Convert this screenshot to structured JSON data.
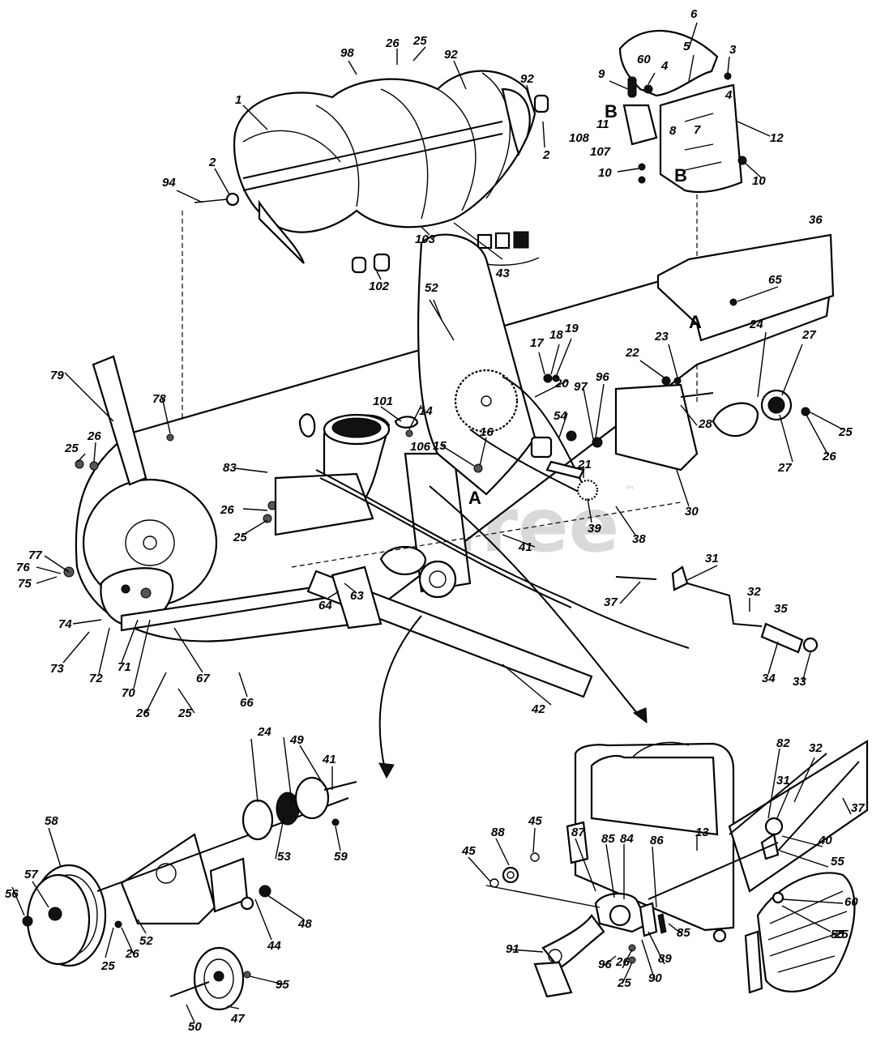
{
  "watermark": {
    "text": "PartsTree",
    "trademark": "™"
  },
  "callouts": [
    {
      "id": "c1",
      "text": "1"
    },
    {
      "id": "c2a",
      "text": "2"
    },
    {
      "id": "c2b",
      "text": "2"
    },
    {
      "id": "c3",
      "text": "3"
    },
    {
      "id": "c4a",
      "text": "4"
    },
    {
      "id": "c4b",
      "text": "4"
    },
    {
      "id": "c5",
      "text": "5"
    },
    {
      "id": "c6",
      "text": "6"
    },
    {
      "id": "c7",
      "text": "7"
    },
    {
      "id": "c8",
      "text": "8"
    },
    {
      "id": "c9",
      "text": "9"
    },
    {
      "id": "c10a",
      "text": "10"
    },
    {
      "id": "c10b",
      "text": "10"
    },
    {
      "id": "c11",
      "text": "11"
    },
    {
      "id": "c12",
      "text": "12"
    },
    {
      "id": "c13",
      "text": "13"
    },
    {
      "id": "c14",
      "text": "14"
    },
    {
      "id": "c15",
      "text": "15"
    },
    {
      "id": "c16",
      "text": "16"
    },
    {
      "id": "c17",
      "text": "17"
    },
    {
      "id": "c18",
      "text": "18"
    },
    {
      "id": "c19",
      "text": "19"
    },
    {
      "id": "c20",
      "text": "20"
    },
    {
      "id": "c21",
      "text": "21"
    },
    {
      "id": "c22",
      "text": "22"
    },
    {
      "id": "c23",
      "text": "23"
    },
    {
      "id": "c24a",
      "text": "24"
    },
    {
      "id": "c24b",
      "text": "24"
    },
    {
      "id": "c25a",
      "text": "25"
    },
    {
      "id": "c25b",
      "text": "25"
    },
    {
      "id": "c25c",
      "text": "25"
    },
    {
      "id": "c25d",
      "text": "25"
    },
    {
      "id": "c25e",
      "text": "25"
    },
    {
      "id": "c25f",
      "text": "25"
    },
    {
      "id": "c25g",
      "text": "25"
    },
    {
      "id": "c25h",
      "text": "25"
    },
    {
      "id": "c26a",
      "text": "26"
    },
    {
      "id": "c26b",
      "text": "26"
    },
    {
      "id": "c26c",
      "text": "26"
    },
    {
      "id": "c26d",
      "text": "26"
    },
    {
      "id": "c26e",
      "text": "26"
    },
    {
      "id": "c26f",
      "text": "26"
    },
    {
      "id": "c26g",
      "text": "26"
    },
    {
      "id": "c27a",
      "text": "27"
    },
    {
      "id": "c27b",
      "text": "27"
    },
    {
      "id": "c28",
      "text": "28"
    },
    {
      "id": "c30",
      "text": "30"
    },
    {
      "id": "c31a",
      "text": "31"
    },
    {
      "id": "c31b",
      "text": "31"
    },
    {
      "id": "c32a",
      "text": "32"
    },
    {
      "id": "c32b",
      "text": "32"
    },
    {
      "id": "c33",
      "text": "33"
    },
    {
      "id": "c34",
      "text": "34"
    },
    {
      "id": "c35",
      "text": "35"
    },
    {
      "id": "c36",
      "text": "36"
    },
    {
      "id": "c37a",
      "text": "37"
    },
    {
      "id": "c37b",
      "text": "37"
    },
    {
      "id": "c38",
      "text": "38"
    },
    {
      "id": "c39",
      "text": "39"
    },
    {
      "id": "c40",
      "text": "40"
    },
    {
      "id": "c41a",
      "text": "41"
    },
    {
      "id": "c41b",
      "text": "41"
    },
    {
      "id": "c42",
      "text": "42"
    },
    {
      "id": "c43",
      "text": "43"
    },
    {
      "id": "c44",
      "text": "44"
    },
    {
      "id": "c45a",
      "text": "45"
    },
    {
      "id": "c45b",
      "text": "45"
    },
    {
      "id": "c47",
      "text": "47"
    },
    {
      "id": "c48",
      "text": "48"
    },
    {
      "id": "c49",
      "text": "49"
    },
    {
      "id": "c50",
      "text": "50"
    },
    {
      "id": "c52a",
      "text": "52"
    },
    {
      "id": "c52b",
      "text": "52"
    },
    {
      "id": "c53",
      "text": "53"
    },
    {
      "id": "c54",
      "text": "54"
    },
    {
      "id": "c55a",
      "text": "55"
    },
    {
      "id": "c55b",
      "text": "55"
    },
    {
      "id": "c56",
      "text": "56"
    },
    {
      "id": "c57",
      "text": "57"
    },
    {
      "id": "c58",
      "text": "58"
    },
    {
      "id": "c59",
      "text": "59"
    },
    {
      "id": "c60a",
      "text": "60"
    },
    {
      "id": "c60b",
      "text": "60"
    },
    {
      "id": "c63",
      "text": "63"
    },
    {
      "id": "c64",
      "text": "64"
    },
    {
      "id": "c65",
      "text": "65"
    },
    {
      "id": "c66",
      "text": "66"
    },
    {
      "id": "c67",
      "text": "67"
    },
    {
      "id": "c70",
      "text": "70"
    },
    {
      "id": "c71",
      "text": "71"
    },
    {
      "id": "c72",
      "text": "72"
    },
    {
      "id": "c73",
      "text": "73"
    },
    {
      "id": "c74",
      "text": "74"
    },
    {
      "id": "c75",
      "text": "75"
    },
    {
      "id": "c76",
      "text": "76"
    },
    {
      "id": "c77",
      "text": "77"
    },
    {
      "id": "c78",
      "text": "78"
    },
    {
      "id": "c79",
      "text": "79"
    },
    {
      "id": "c82",
      "text": "82"
    },
    {
      "id": "c83",
      "text": "83"
    },
    {
      "id": "c84",
      "text": "84"
    },
    {
      "id": "c85a",
      "text": "85"
    },
    {
      "id": "c85b",
      "text": "85"
    },
    {
      "id": "c86",
      "text": "86"
    },
    {
      "id": "c87",
      "text": "87"
    },
    {
      "id": "c88",
      "text": "88"
    },
    {
      "id": "c89",
      "text": "89"
    },
    {
      "id": "c90",
      "text": "90"
    },
    {
      "id": "c91",
      "text": "91"
    },
    {
      "id": "c92a",
      "text": "92"
    },
    {
      "id": "c92b",
      "text": "92"
    },
    {
      "id": "c94",
      "text": "94"
    },
    {
      "id": "c95",
      "text": "95"
    },
    {
      "id": "c96a",
      "text": "96"
    },
    {
      "id": "c96b",
      "text": "96"
    },
    {
      "id": "c97",
      "text": "97"
    },
    {
      "id": "c98",
      "text": "98"
    },
    {
      "id": "c101",
      "text": "101"
    },
    {
      "id": "c102",
      "text": "102"
    },
    {
      "id": "c103",
      "text": "103"
    },
    {
      "id": "c106",
      "text": "106"
    },
    {
      "id": "c107",
      "text": "107"
    },
    {
      "id": "c108",
      "text": "108"
    }
  ],
  "reference_marks": [
    {
      "id": "mA1",
      "text": "A"
    },
    {
      "id": "mA2",
      "text": "A"
    },
    {
      "id": "mB1",
      "text": "B"
    },
    {
      "id": "mB2",
      "text": "B"
    }
  ]
}
